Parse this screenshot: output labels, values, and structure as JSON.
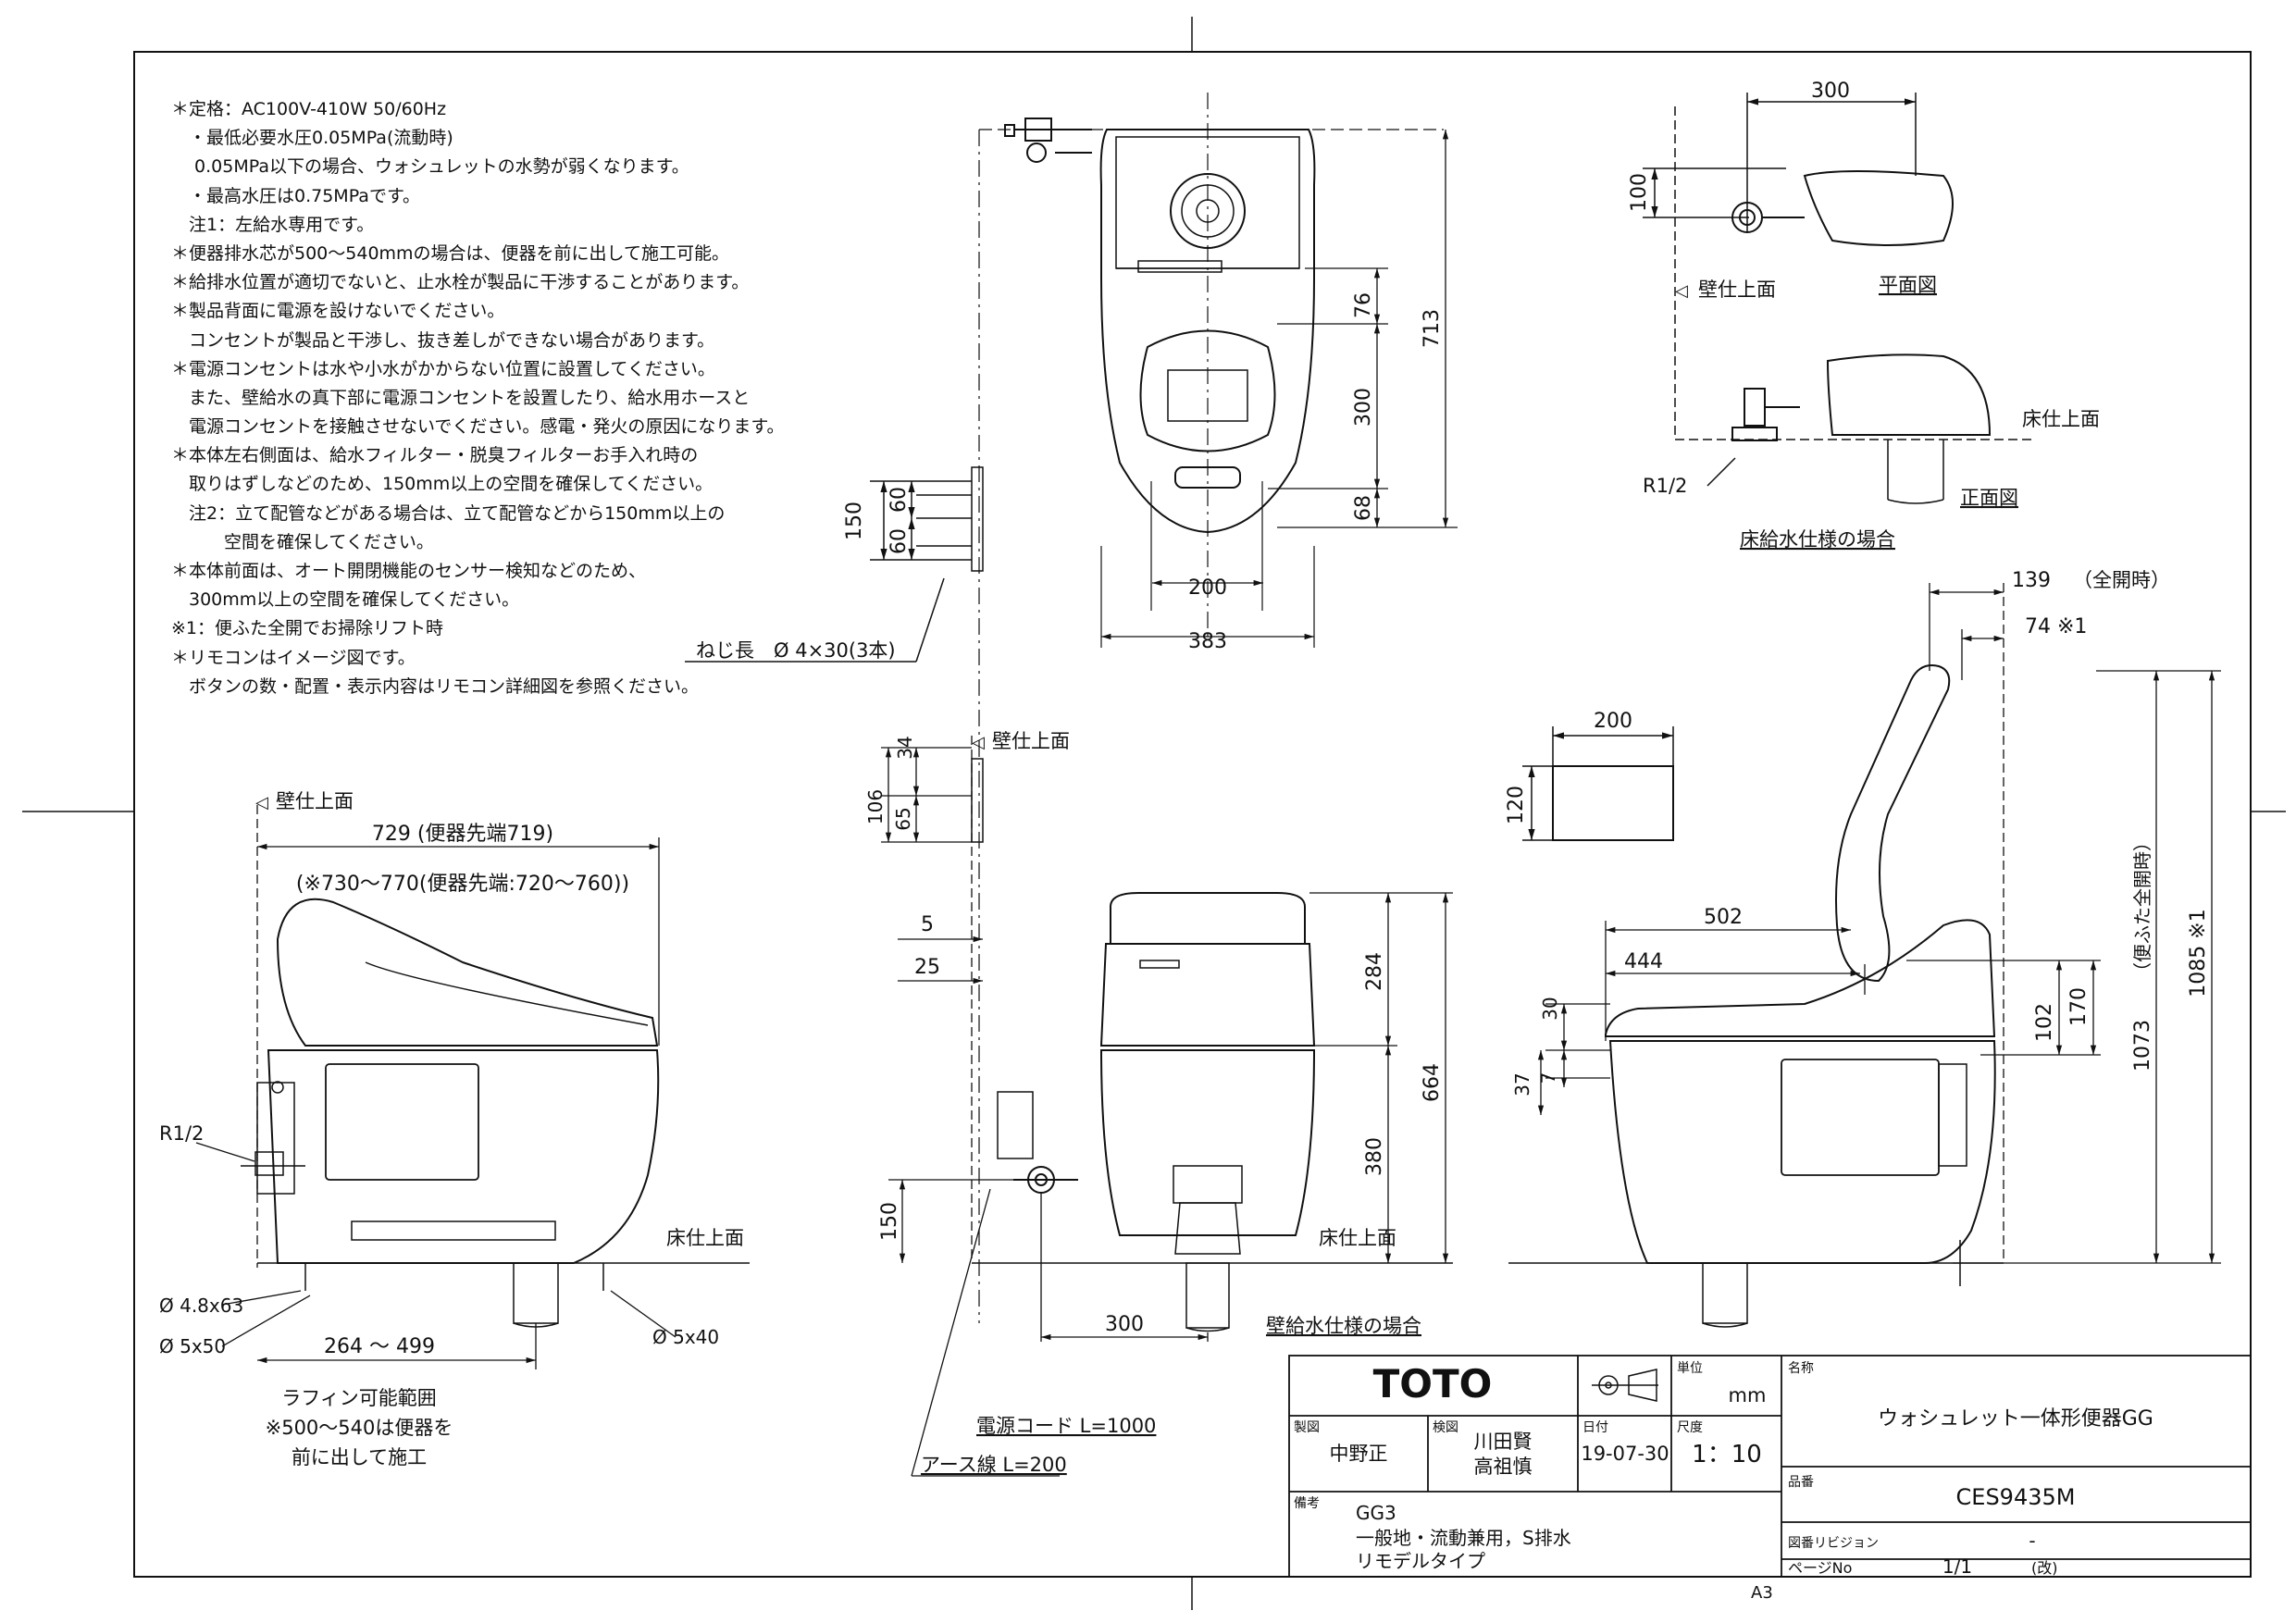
{
  "notes": [
    "＊定格：AC100V-410W 50/60Hz",
    "　・最低必要水圧0.05MPa(流動時)",
    "　 0.05MPa以下の場合、ウォシュレットの水勢が弱くなります。",
    "　・最高水圧は0.75MPaです。",
    "　注1：左給水専用です。",
    "＊便器排水芯が500～540mmの場合は、便器を前に出して施工可能。",
    "＊給排水位置が適切でないと、止水栓が製品に干渉することがあります。",
    "＊製品背面に電源を設けないでください。",
    "　コンセントが製品と干渉し、抜き差しができない場合があります。",
    "＊電源コンセントは水や小水がかからない位置に設置してください。",
    "　また、壁給水の真下部に電源コンセントを設置したり、給水用ホースと",
    "　電源コンセントを接触させないでください。感電・発火の原因になります。",
    "＊本体左右側面は、給水フィルター・脱臭フィルターお手入れ時の",
    "　取りはずしなどのため、150mm以上の空間を確保してください。",
    "　注2：立て配管などがある場合は、立て配管などから150mm以上の",
    "　　　空間を確保してください。",
    "＊本体前面は、オート開閉機能のセンサー検知などのため、",
    "　300mm以上の空間を確保してください。",
    "※1：便ふた全開でお掃除リフト時",
    "＊リモコンはイメージ図です。",
    "　ボタンの数・配置・表示内容はリモコン詳細図を参照ください。"
  ],
  "labels": {
    "wall_face": "壁仕上面",
    "floor_face": "床仕上面",
    "plan_view": "平面図",
    "front_view": "正面図",
    "floor_supply_case": "床給水仕様の場合",
    "wall_supply_case": "壁給水仕様の場合",
    "screw_length": "ねじ長　Ø 4×30(3本)",
    "r_half": "R1/2",
    "rough_range_1": "ラフィン可能範囲",
    "rough_range_2": "※500～540は便器を",
    "rough_range_3": "前に出して施工",
    "power_cord": "電源コード L=1000",
    "earth_wire": "アース線 L=200",
    "dia_48x63": "Ø 4.8x63",
    "dia_5x50": "Ø 5x50",
    "dia_5x40": "Ø 5x40",
    "full_open": "（全開時）",
    "lid_full_open": "（便ふた全開時）",
    "paper_size": "A3"
  },
  "dimensions": {
    "top_width_300": "300",
    "top_100": "100",
    "plan_76": "76",
    "plan_300": "300",
    "plan_68": "68",
    "plan_713": "713",
    "plan_200": "200",
    "plan_383": "383",
    "bracket_150": "150",
    "bracket_60a": "60",
    "bracket_60b": "60",
    "side_729": "729 (便器先端719)",
    "side_730_770": "(※730～770(便器先端:720～760))",
    "side_264_499": "264 ～ 499",
    "front_34": "34",
    "front_106": "106",
    "front_65": "65",
    "front_5": "5",
    "front_25": "25",
    "front_284": "284",
    "front_664": "664",
    "front_380": "380",
    "front_150": "150",
    "front_300": "300",
    "remote_200": "200",
    "remote_120": "120",
    "right_139": "139",
    "right_74": "74 ※1",
    "right_502": "502",
    "right_444": "444",
    "right_30": "30",
    "right_37": "37",
    "right_7": "7",
    "right_102": "102",
    "right_170": "170",
    "right_1073": "1073",
    "right_1085": "1085 ※1"
  },
  "title_block": {
    "brand": "TOTO",
    "unit_label": "単位",
    "unit": "mm",
    "name_label": "名称",
    "name": "ウォシュレット一体形便器GG",
    "drafter_label": "製図",
    "drafter": "中野正",
    "checker_label": "検図",
    "checker_1": "川田賢",
    "checker_2": "高祖慎",
    "date_label": "日付",
    "date": "19-07-30",
    "scale_label": "尺度",
    "scale": "1：10",
    "model_label": "品番",
    "model": "CES9435M",
    "remarks_label": "備考",
    "remarks_1": "GG3",
    "remarks_2": "一般地・流動兼用，S排水",
    "remarks_3": "リモデルタイプ",
    "revision_label": "図番リビジョン",
    "revision": "-",
    "page_label": "ページNo",
    "page": "1/1",
    "page_suffix": "(改)"
  }
}
